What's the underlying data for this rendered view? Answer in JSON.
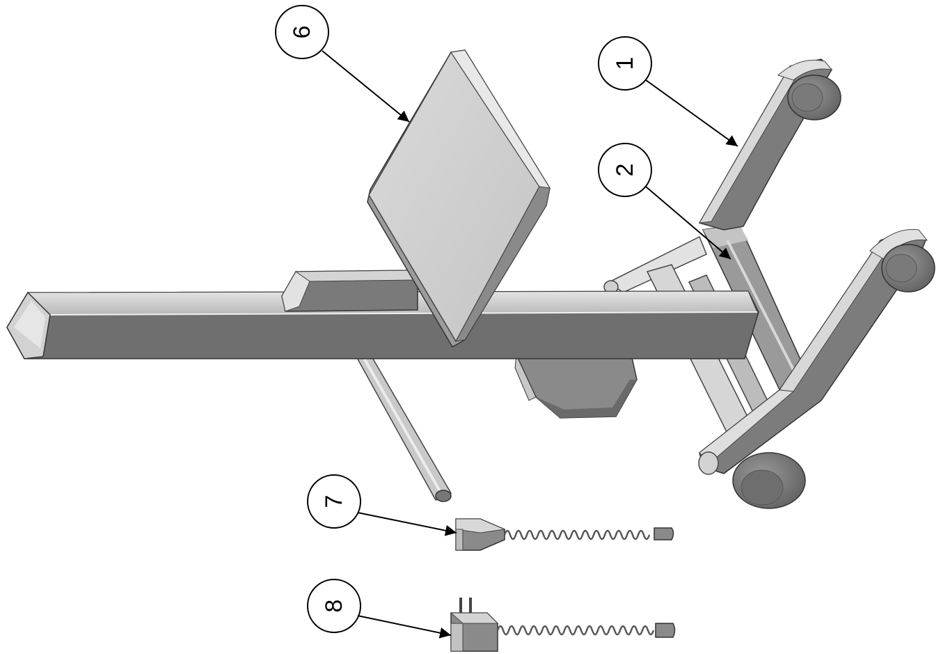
{
  "callouts": {
    "one": "1",
    "two": "2",
    "six": "6",
    "seven": "7",
    "eight": "8"
  },
  "colors": {
    "body_dark": "#6c6c6c",
    "body_mid": "#a9a9a9",
    "body_light": "#dcdcdc",
    "edge": "#3a3a3a",
    "line": "#000000"
  }
}
